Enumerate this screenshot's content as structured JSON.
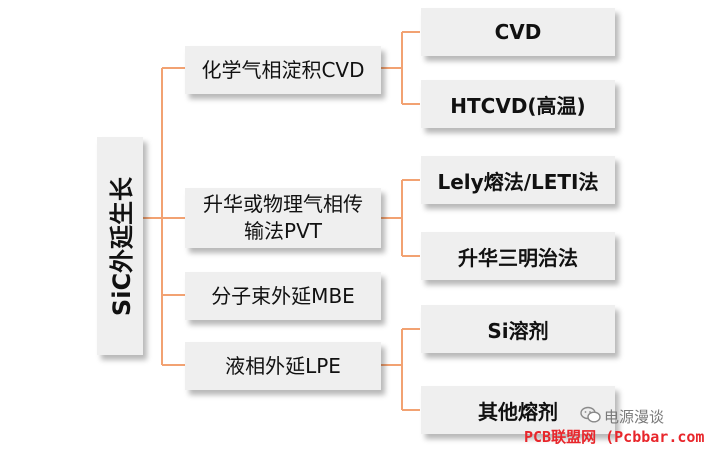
{
  "root": {
    "label": "SiC外延生长"
  },
  "branches": [
    {
      "label_lines": [
        "化学气相淀积CVD"
      ],
      "children": [
        "CVD",
        "HTCVD(高温)"
      ]
    },
    {
      "label_lines": [
        "升华或物理气相传",
        "输法PVT"
      ],
      "children": [
        "Lely熔法/LETI法",
        "升华三明治法"
      ]
    },
    {
      "label_lines": [
        "分子束外延MBE"
      ],
      "children": []
    },
    {
      "label_lines": [
        "液相外延LPE"
      ],
      "children": [
        "Si溶剂",
        "其他熔剂"
      ]
    }
  ],
  "watermark": {
    "brand": "电源漫谈",
    "site": "PCB联盟网 (Pcbbar.com)",
    "icon": "wechat-icon"
  },
  "colors": {
    "connector": "#f2a272",
    "box_fill": "#efefef",
    "site_text": "#e8262b"
  }
}
